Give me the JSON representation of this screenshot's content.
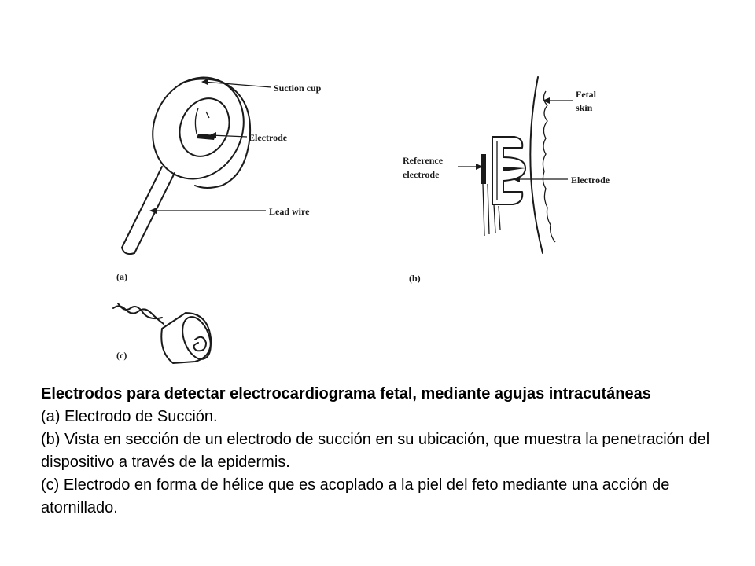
{
  "figure": {
    "panel_a": {
      "label": "(a)",
      "suction_cup_label": "Suction cup",
      "electrode_label": "Electrode",
      "lead_wire_label": "Lead wire"
    },
    "panel_b": {
      "label": "(b)",
      "fetal_skin_label_1": "Fetal",
      "fetal_skin_label_2": "skin",
      "reference_electrode_label_1": "Reference",
      "reference_electrode_label_2": "electrode",
      "electrode_label": "Electrode"
    },
    "panel_c": {
      "label": "(c)"
    }
  },
  "caption": {
    "title": "Electrodos para detectar electrocardiograma fetal, mediante agujas intracutáneas",
    "line_a": "(a) Electrodo de Succión.",
    "line_b": "(b) Vista en sección de un electrodo de succión en su ubicación, que muestra la penetración del dispositivo a través de la epidermis.",
    "line_c": "(c) Electrodo en forma de hélice que es acoplado a la piel del feto mediante una acción de atornillado."
  }
}
